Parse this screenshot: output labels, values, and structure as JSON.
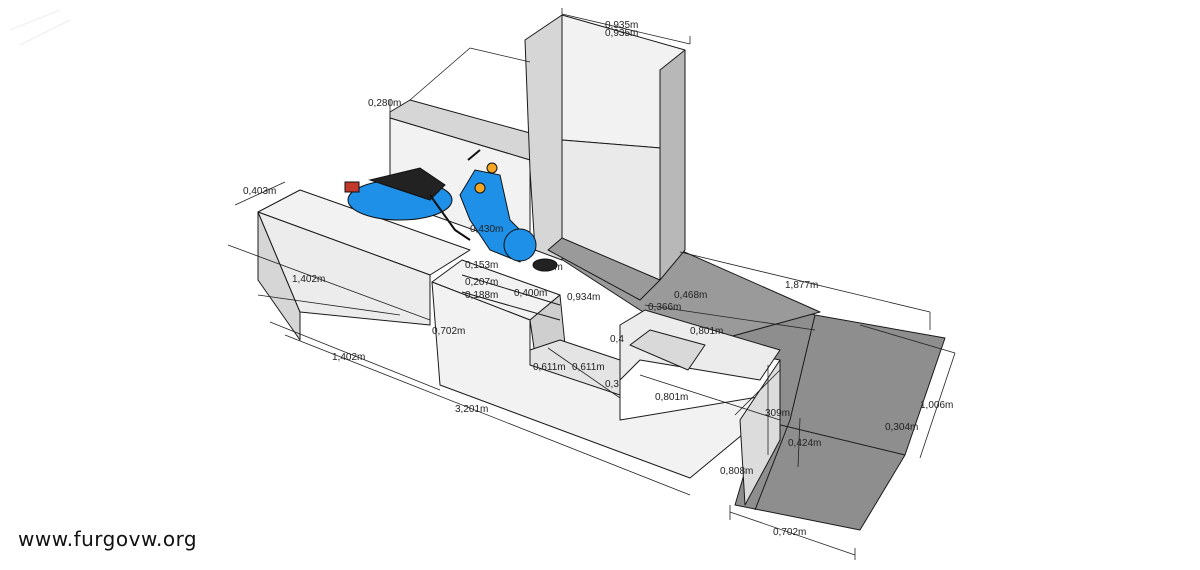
{
  "watermark": "www.furgovw.org",
  "colors": {
    "floor": "#8e8e8e",
    "wall_light": "#f2f2f2",
    "wall_mid": "#d6d6d6",
    "wall_dark": "#b8b8b8",
    "scooter_blue": "#1e90e8",
    "scooter_dark": "#222222"
  },
  "dimensions": {
    "d_top_a": "0,935m",
    "d_top_b": "0,935m",
    "d_280": "0,280m",
    "d_403": "0,403m",
    "d_430": "0,430m",
    "d_1402_upper": "1,402m",
    "d_1402_lower": "1,402m",
    "d_702_left": "0,702m",
    "d_3201": "3,201m",
    "d_1877": "1,877m",
    "d_468": "0,468m",
    "d_366": "0,366m",
    "d_934": "0,934m",
    "d_400": "0,400m",
    "d_801_upper": "0,801m",
    "d_801_lower": "0,801m",
    "d_611_a": "0,611m",
    "d_611_b": "0,611m",
    "d_1006": "1,006m",
    "d_304": "0,304m",
    "d_424": "0,424m",
    "d_808": "0,808m",
    "d_702_right": "0,702m",
    "d_309": "309m",
    "d_153": "0,153m",
    "d_207": "0,207m",
    "d_188": "0,188m",
    "d_58": "0,58m",
    "d_3_partial": "0,3",
    "d_4_partial": "0,4"
  },
  "icons": {
    "scooter_left": "scooter-icon",
    "scooter_right": "scooter-icon"
  }
}
